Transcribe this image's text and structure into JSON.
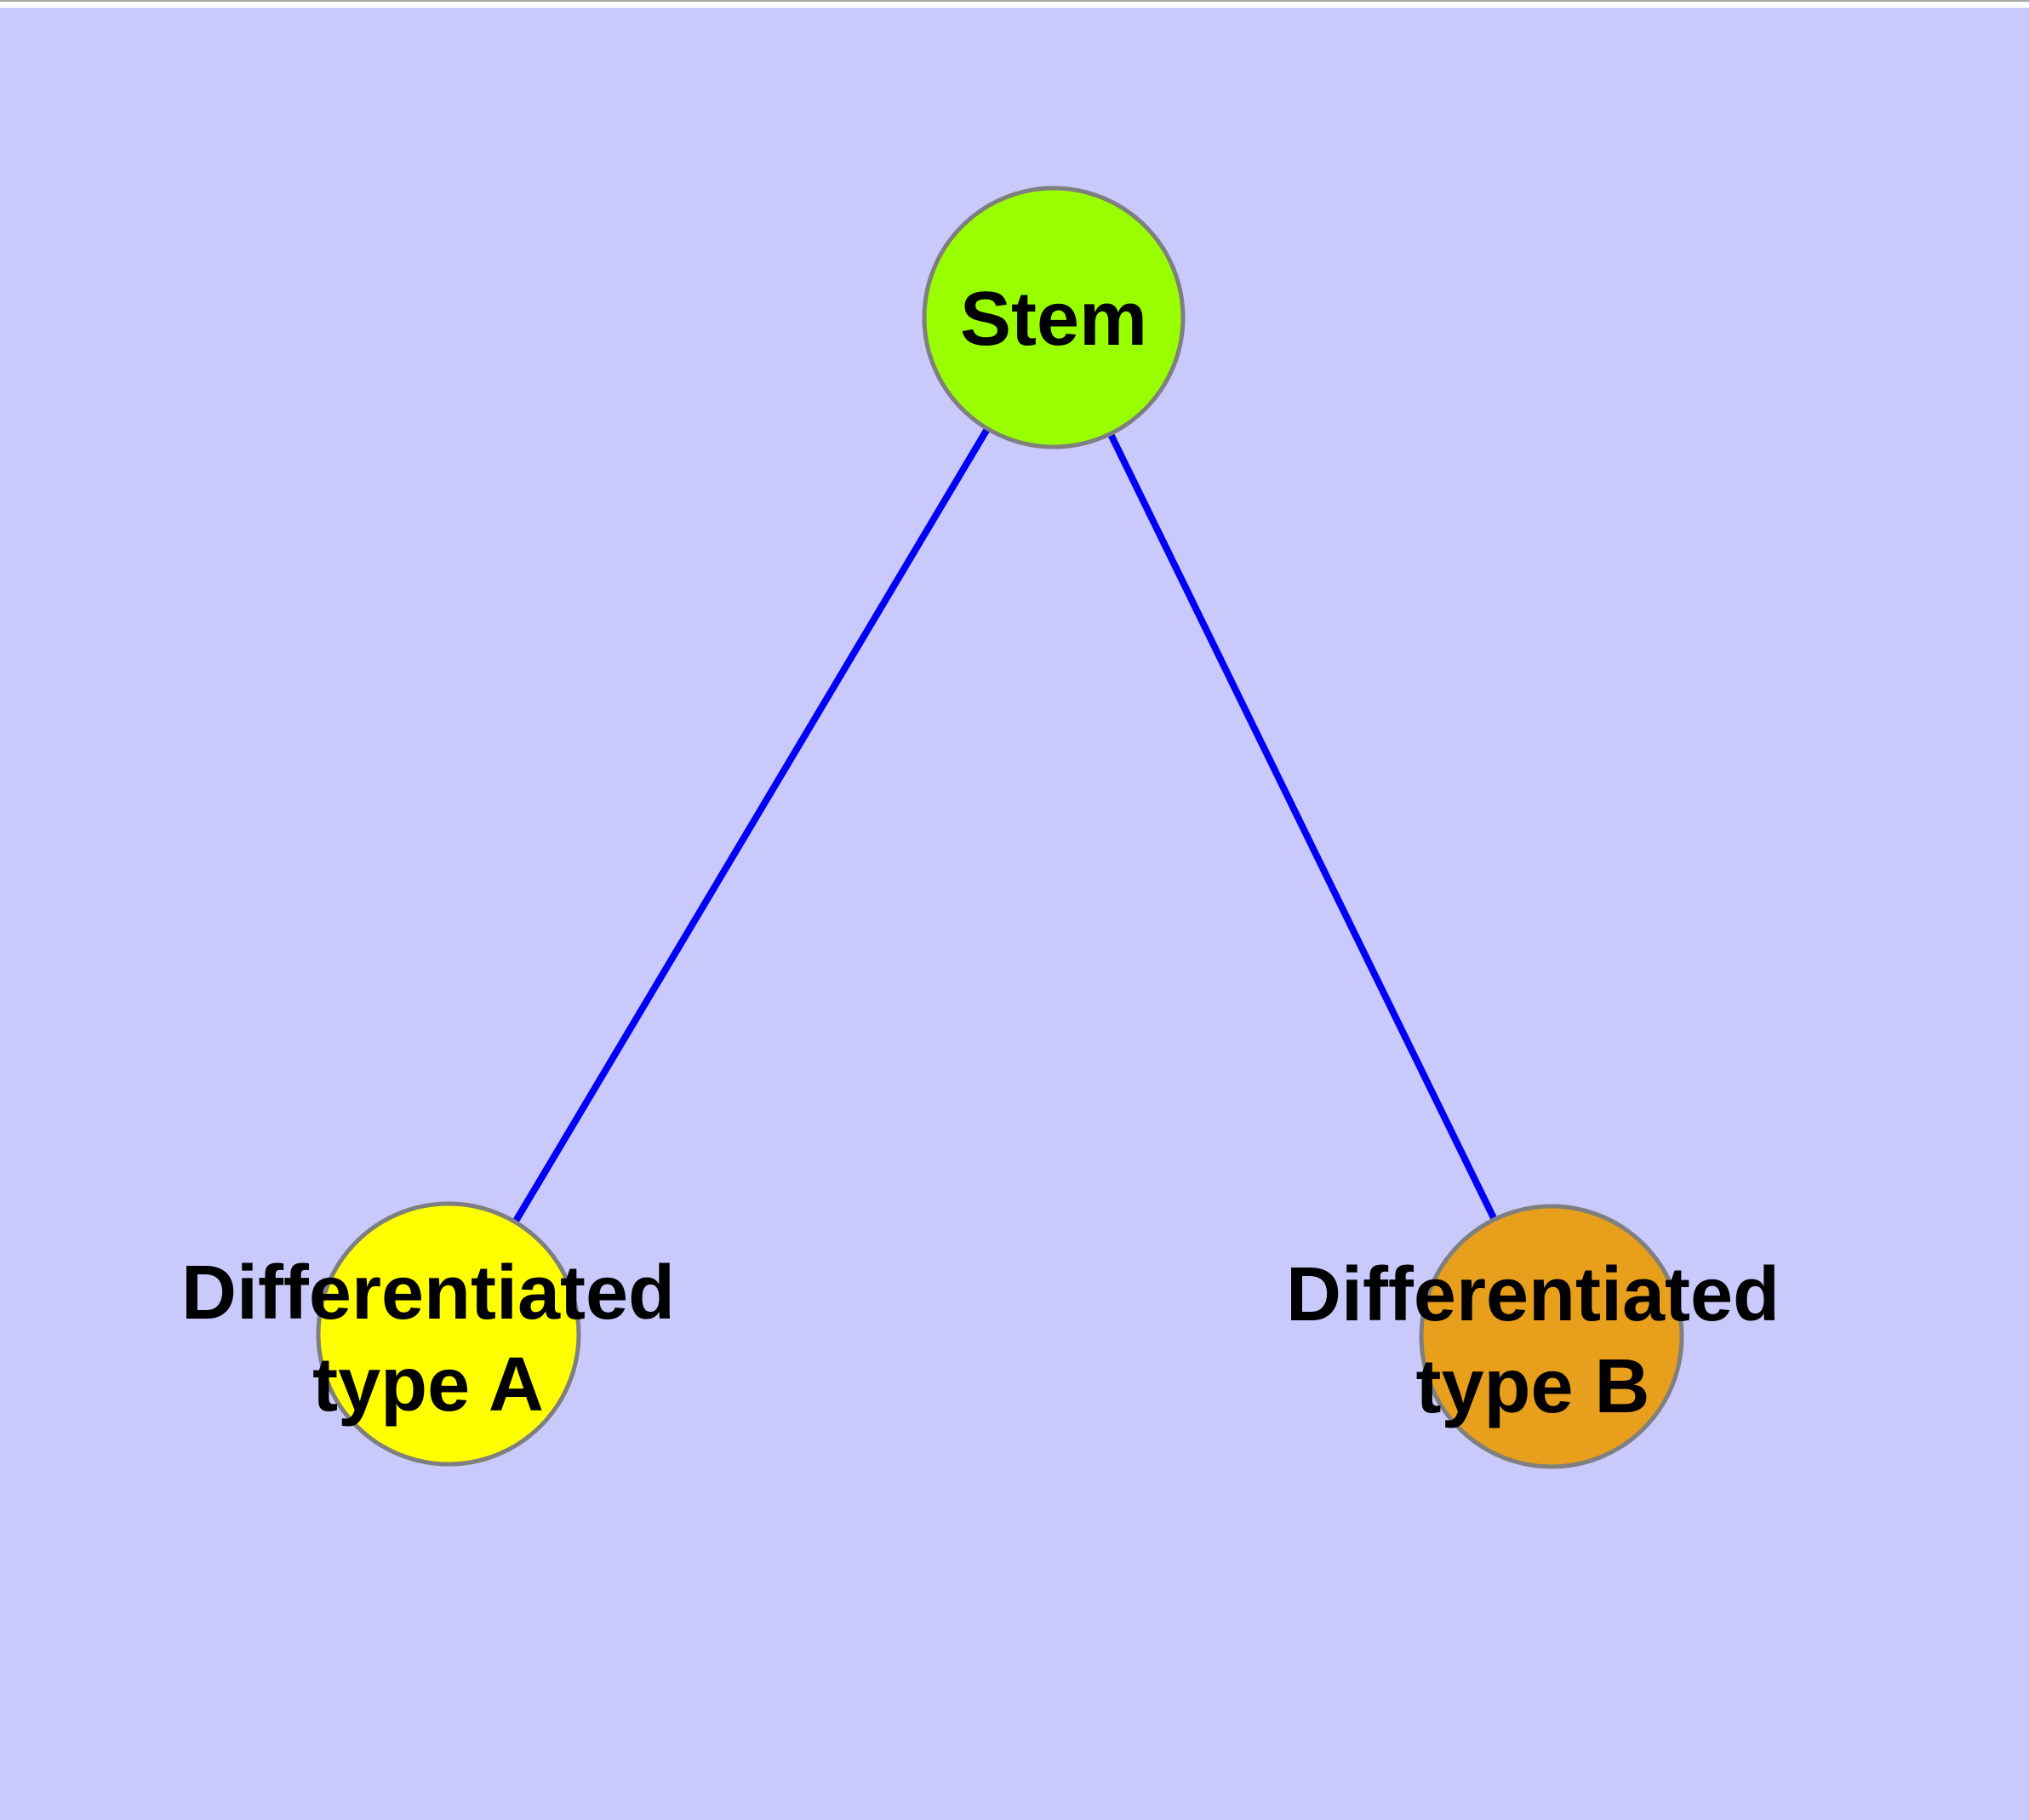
{
  "diagram": {
    "type": "graph",
    "description": "Stem cell differentiation tree with one root node and two leaf nodes",
    "colors": {
      "background": "#C9C9FB",
      "top_strip": "#FFFFFF",
      "top_line": "#A6A6A6",
      "edge": "#0000F5",
      "node_stroke": "#7F7F7F",
      "label_text": "#000000"
    },
    "nodes": {
      "stem": {
        "label": "Stem",
        "fill": "#99FF00"
      },
      "type_a": {
        "label_line1": "Differentiated",
        "label_line2": "type A",
        "label_full": "Differentiated type A",
        "fill": "#FFFF00"
      },
      "type_b": {
        "label_line1": "Differentiated",
        "label_line2": "type B",
        "label_full": "Differentiated type B",
        "fill": "#E8A01C"
      }
    },
    "edges": [
      {
        "source": "Stem",
        "target": "Differentiated type A"
      },
      {
        "source": "Stem",
        "target": "Differentiated type B"
      }
    ]
  }
}
